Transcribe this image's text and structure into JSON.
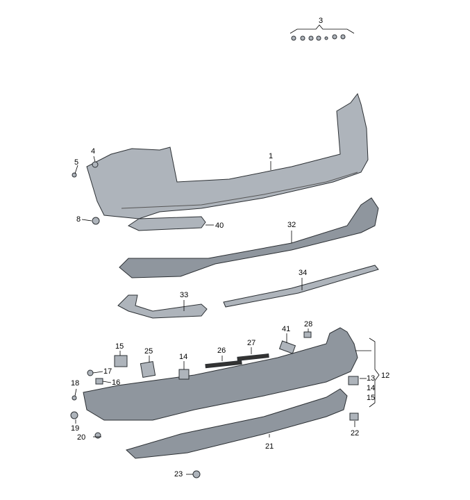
{
  "title": "Rear bumper exploded parts diagram",
  "colors": {
    "part_fill": "#aeb4bb",
    "part_dark": "#7d858e",
    "stroke": "#2b2f33",
    "line": "#000000"
  },
  "labels": {
    "p3": "3",
    "p1": "1",
    "p4": "4",
    "p5": "5",
    "p8": "8",
    "p40": "40",
    "p32": "32",
    "p34": "34",
    "p33": "33",
    "p41": "41",
    "p28": "28",
    "p15a": "15",
    "p25": "25",
    "p14a": "14",
    "p26": "26",
    "p27": "27",
    "p17": "17",
    "p16": "16",
    "p18": "18",
    "p19": "19",
    "p20": "20",
    "p12": "12",
    "p13": "13",
    "p14b": "14",
    "p15b": "15",
    "p21": "21",
    "p22": "22",
    "p23": "23"
  }
}
